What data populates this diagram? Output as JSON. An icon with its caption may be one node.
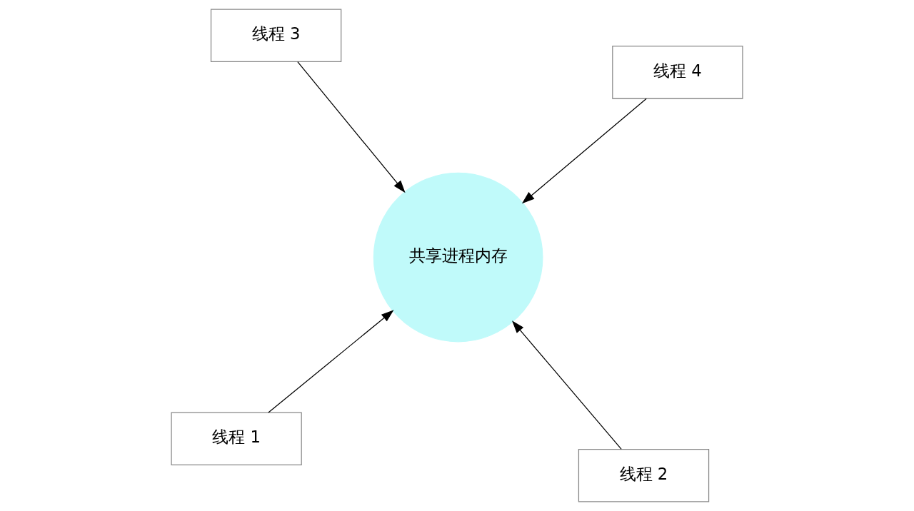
{
  "diagram": {
    "nodes": [
      {
        "text": [
          "线程 1"
        ]
      },
      {
        "text": [
          "线程 2"
        ]
      },
      {
        "text": [
          "共享进程内存"
        ]
      },
      {
        "text": [
          "线程 3"
        ]
      },
      {
        "text": [
          "线程 4"
        ]
      }
    ],
    "edges": [
      {
        "from": 0,
        "to": 2,
        "arrow": "to"
      },
      {
        "from": 1,
        "to": 2,
        "arrow": "to"
      },
      {
        "from": 3,
        "to": 2,
        "arrow": "to"
      },
      {
        "from": 4,
        "to": 2,
        "arrow": "to"
      }
    ]
  }
}
